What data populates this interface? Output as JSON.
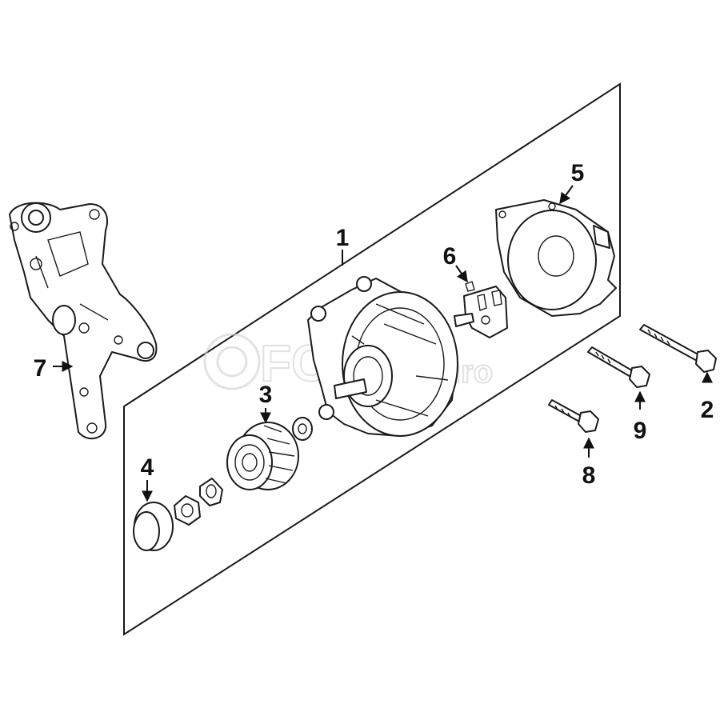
{
  "watermark": {
    "text": "FCP",
    "text2": "Euro"
  },
  "callouts": [
    {
      "id": "1",
      "label": "1"
    },
    {
      "id": "2",
      "label": "2"
    },
    {
      "id": "3",
      "label": "3"
    },
    {
      "id": "4",
      "label": "4"
    },
    {
      "id": "5",
      "label": "5"
    },
    {
      "id": "6",
      "label": "6"
    },
    {
      "id": "7",
      "label": "7"
    },
    {
      "id": "8",
      "label": "8"
    },
    {
      "id": "9",
      "label": "9"
    }
  ],
  "colors": {
    "line": "#1a1a1a",
    "background": "#ffffff",
    "watermark": "#d2d2d2"
  }
}
